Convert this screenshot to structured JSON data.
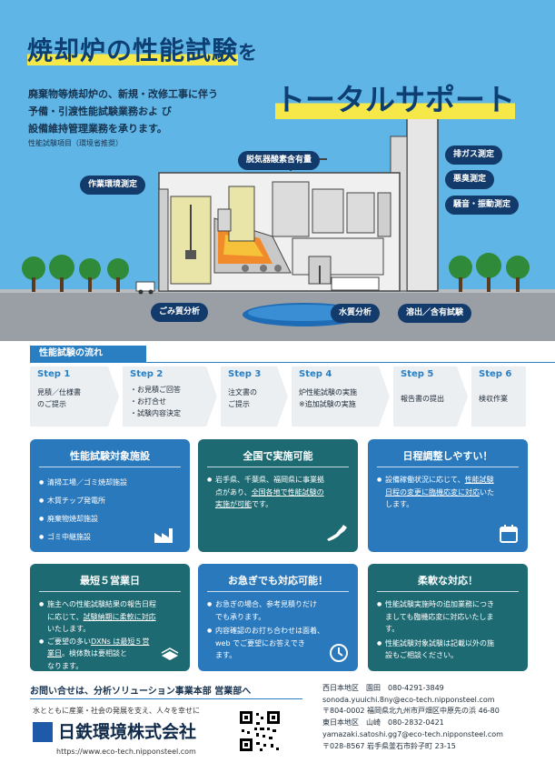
{
  "hero": {
    "title_main": "焼却炉の性能試験",
    "title_tail": "を",
    "subtitle": "トータルサポート",
    "intro_lines": [
      "廃棄物等焼却炉の、新規・改修工事に伴う",
      "予備・引渡性能試験業務およ び",
      "設備維持管理業務を承ります。"
    ],
    "small_note": "性能試験項目（環境省推奨）",
    "labels": {
      "work_env": "作業環境測定",
      "denitration": "脱気器酸素含有量",
      "exhaust": "排ガス測定",
      "odor": "悪臭測定",
      "noise": "騒音・振動測定",
      "ash": "ごみ質分析",
      "water": "水質分析",
      "elution": "溶出／含有試験"
    }
  },
  "flow": {
    "title": "性能試験の流れ",
    "steps": [
      {
        "title": "Step 1",
        "lines": [
          "見積／仕様書",
          "のご提示"
        ]
      },
      {
        "title": "Step 2",
        "lines": [
          "・お見積ご回答",
          "・お打合せ",
          "・試験内容決定"
        ]
      },
      {
        "title": "Step 3",
        "lines": [
          "注文書の",
          "ご提示"
        ]
      },
      {
        "title": "Step 4",
        "lines": [
          "炉性能試験の実施",
          "※追加試験の実施"
        ]
      },
      {
        "title": "Step 5",
        "lines": [
          "報告書の提出"
        ]
      },
      {
        "title": "Step 6",
        "lines": [
          "検収作業"
        ]
      }
    ]
  },
  "cards": {
    "c1": {
      "title": "性能試験対象施設",
      "items": [
        "清掃工場／ゴミ焼却施設",
        "木質チップ発電所",
        "廃棄物焼却施設",
        "ゴミ中継施設"
      ]
    },
    "c2": {
      "title": "全国で実施可能",
      "p": [
        "岩手県、千葉県、福岡県に事業拠",
        "点があり、",
        "全国各地で性能試験の",
        "実施が可能",
        "です。"
      ]
    },
    "c3": {
      "title": "日程調整しやすい！",
      "p": [
        "設備稼働状況に応じて、",
        "性能試験",
        "日程の変更に臨機応変に対応",
        "いた",
        "します。"
      ]
    },
    "c4": {
      "title": "最短５営業日",
      "p": [
        "施主への性能試験結果の報告日程",
        "に応じて、",
        "試験納期に柔軟に対応",
        "いたします。",
        "ご要望の多い",
        "DXNs は最短５営",
        "業日",
        "。検体数は要相談と",
        "なります。"
      ]
    },
    "c5": {
      "title": "お急ぎでも対応可能！",
      "p": [
        "お急ぎの場合、参考見積りだけ",
        "でも承ります。",
        "内容確認のお打ち合わせは面着、",
        "web でご要望にお答えでき",
        "ます。"
      ]
    },
    "c6": {
      "title": "柔軟な対応！",
      "p": [
        "性能試験実施時の追加業務につき",
        "ましても臨機応変に対応いたしま",
        "す。",
        "性能試験対象試験は記載以外の施",
        "設もご相談ください。"
      ]
    }
  },
  "footer": {
    "contact": "お問い合せは、分析ソリューション事業本部 営業部へ",
    "slogan": "水とともに産業・社会の発展を支え、人々を幸せに",
    "company": "日鉄環境株式会社",
    "url": "https://www.eco-tech.nipponsteel.com",
    "offices": [
      "西日本地区　園田　080-4291-3849",
      "sonoda.yuuichi.8ny@eco-tech.nipponsteel.com",
      "〒804-0002 福岡県北九州市戸畑区中原先の浜 46-80",
      "東日本地区　山崎　080-2832-0421",
      "yamazaki.satoshi.gg7@eco-tech.nipponsteel.com",
      "〒028-8567 岩手県釜石市鈴子町 23-15"
    ]
  },
  "colors": {
    "navy": "#123a6a",
    "blue": "#2a7fc3",
    "card_blue": "#2a79bd",
    "card_teal": "#1d6a73",
    "sky": "#5fb6e6",
    "yellow": "#f7e84a"
  }
}
